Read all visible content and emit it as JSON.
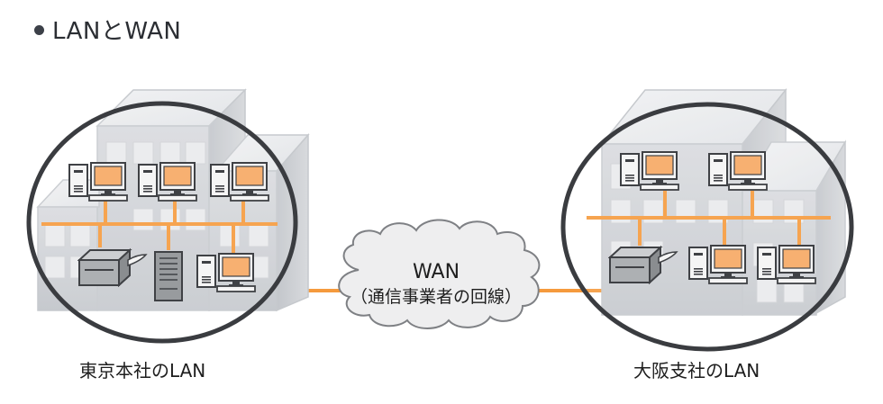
{
  "title": "LANとWAN",
  "wan": {
    "label": "WAN",
    "sublabel": "（通信事業者の回線）"
  },
  "sites": [
    {
      "id": "tokyo",
      "caption": "東京本社のLAN",
      "devices_top": [
        "pc",
        "pc",
        "pc"
      ],
      "devices_bottom": [
        "printer",
        "server",
        "pc"
      ]
    },
    {
      "id": "osaka",
      "caption": "大阪支社のLAN",
      "devices_top": [
        "pc",
        "pc"
      ],
      "devices_bottom": [
        "printer",
        "pc",
        "pc"
      ]
    }
  ],
  "colors": {
    "lan_line": "#f59a3d",
    "screen": "#f7a861",
    "outline": "#2a2c30",
    "building": "#d3d5d9",
    "ellipse": "#3a3c40"
  }
}
